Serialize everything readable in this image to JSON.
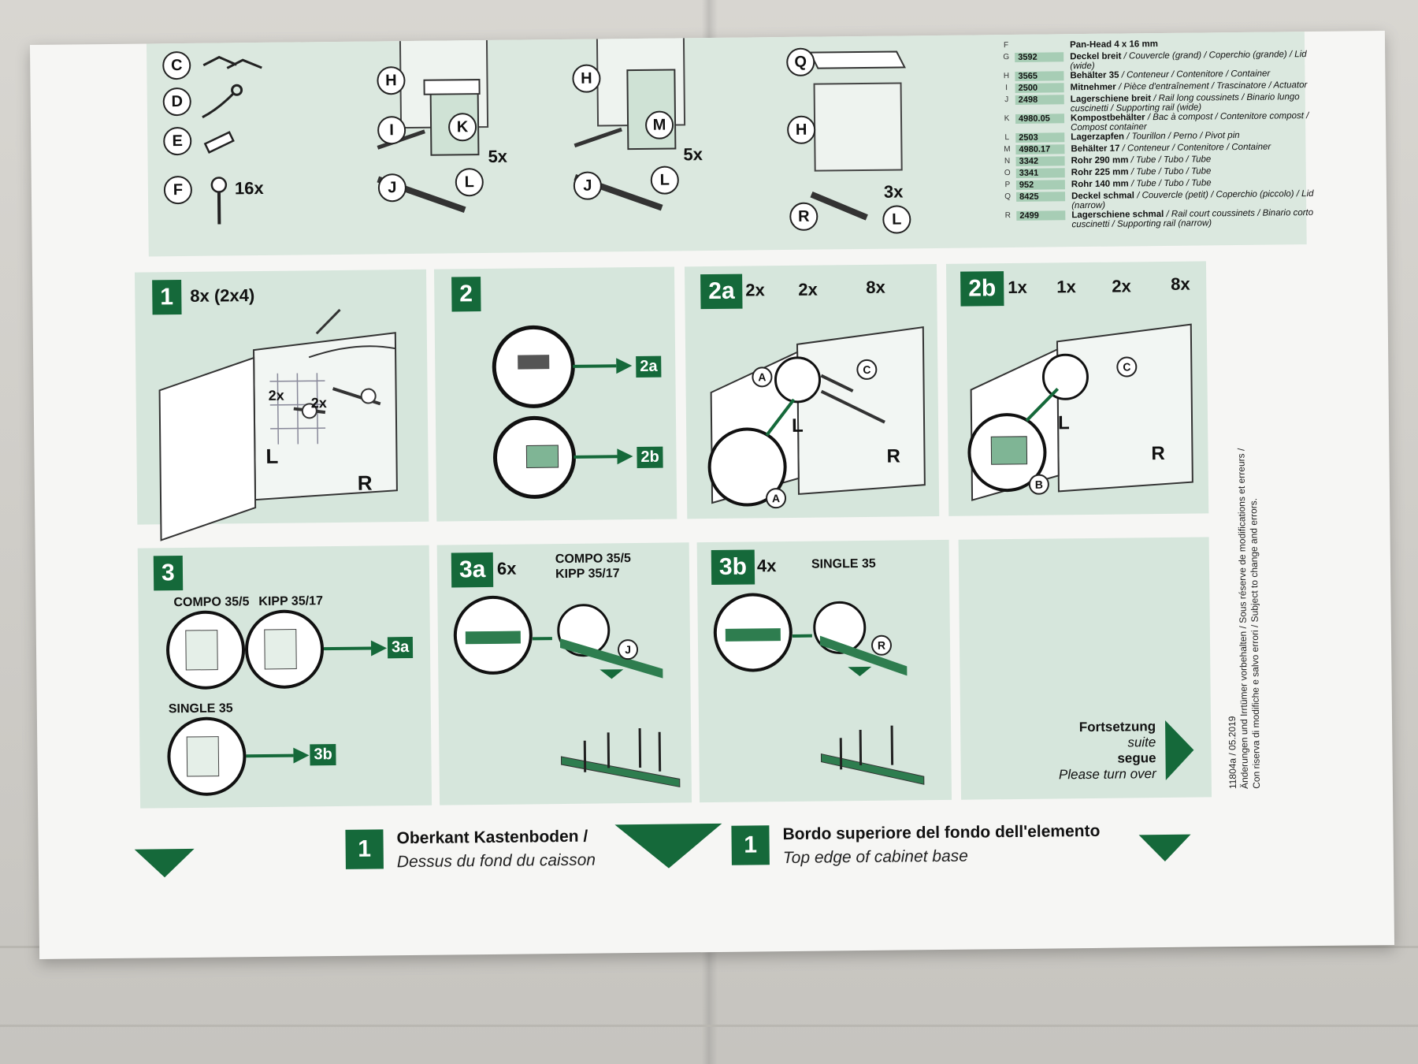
{
  "parts_top": {
    "letters": [
      "C",
      "D",
      "E",
      "F"
    ],
    "screw_qty": "16x",
    "assembly_letters_1": [
      "H",
      "I",
      "K",
      "J",
      "L"
    ],
    "assembly_letters_2": [
      "H",
      "M",
      "J",
      "L"
    ],
    "assembly_letters_3": [
      "Q",
      "H",
      "R",
      "L"
    ],
    "qty_1": "5x",
    "qty_2": "5x",
    "qty_3": "3x"
  },
  "parts_list": [
    {
      "letter": "F",
      "number": "",
      "bold": "Pan-Head 4 x 16 mm",
      "rest": ""
    },
    {
      "letter": "G",
      "number": "3592",
      "bold": "Deckel breit",
      "rest": " / Couvercle (grand) / Coperchio (grande) / Lid (wide)"
    },
    {
      "letter": "H",
      "number": "3565",
      "bold": "Behälter 35",
      "rest": " / Conteneur / Contenitore / Container"
    },
    {
      "letter": "I",
      "number": "2500",
      "bold": "Mitnehmer",
      "rest": " / Pièce d'entraînement / Trascinatore / Actuator"
    },
    {
      "letter": "J",
      "number": "2498",
      "bold": "Lagerschiene breit",
      "rest": " / Rail long coussinets / Binario lungo cuscinetti / Supporting rail (wide)"
    },
    {
      "letter": "K",
      "number": "4980.05",
      "bold": "Kompostbehälter",
      "rest": " / Bac à compost / Contenitore compost / Compost container"
    },
    {
      "letter": "L",
      "number": "2503",
      "bold": "Lagerzapfen",
      "rest": " / Tourillon / Perno / Pivot pin"
    },
    {
      "letter": "M",
      "number": "4980.17",
      "bold": "Behälter 17",
      "rest": " / Conteneur / Contenitore / Container"
    },
    {
      "letter": "N",
      "number": "3342",
      "bold": "Rohr 290 mm",
      "rest": " / Tube / Tubo / Tube"
    },
    {
      "letter": "O",
      "number": "3341",
      "bold": "Rohr 225 mm",
      "rest": " / Tube / Tubo / Tube"
    },
    {
      "letter": "P",
      "number": "952",
      "bold": "Rohr 140 mm",
      "rest": " / Tube / Tubo / Tube"
    },
    {
      "letter": "Q",
      "number": "8425",
      "bold": "Deckel schmal",
      "rest": " / Couvercle (petit) / Coperchio (piccolo) / Lid (narrow)"
    },
    {
      "letter": "R",
      "number": "2499",
      "bold": "Lagerschiene schmal",
      "rest": " / Rail court coussinets / Binario corto cuscinetti / Supporting rail (narrow)"
    }
  ],
  "steps": {
    "s1": {
      "num": "1",
      "label": "8x (2x4)",
      "callout_a": "2x",
      "callout_b": "2x",
      "mark_l": "L",
      "mark_r": "R"
    },
    "s2": {
      "num": "2",
      "to_a": "2a",
      "to_b": "2b"
    },
    "s2a": {
      "num": "2a",
      "q1": "2x",
      "q2": "2x",
      "q3": "8x",
      "l_a": "A",
      "l_a2": "A",
      "l_c": "C",
      "mark_l": "L",
      "mark_r": "R"
    },
    "s2b": {
      "num": "2b",
      "q1": "1x",
      "q2": "1x",
      "q3": "2x",
      "q4": "8x",
      "l_c": "C",
      "l_b": "B",
      "mark_l": "L",
      "mark_r": "R"
    },
    "s3": {
      "num": "3",
      "compo": "COMPO 35/5",
      "kipp": "KIPP 35/17",
      "single": "SINGLE 35",
      "to_a": "3a",
      "to_b": "3b"
    },
    "s3a": {
      "num": "3a",
      "qty": "6x",
      "models_1": "COMPO 35/5",
      "models_2": "KIPP 35/17",
      "letter": "J"
    },
    "s3b": {
      "num": "3b",
      "qty": "4x",
      "models": "SINGLE 35",
      "letter": "R"
    }
  },
  "continue": {
    "de": "Fortsetzung",
    "fr": "suite",
    "it": "segue",
    "en": "Please turn over"
  },
  "side_note": {
    "code": "11804a / 05.2019",
    "de": "Änderungen und Irrtümer vorbehalten / Sous réserve de modifications et erreurs /",
    "it_en": "Con riserva di modifiche e salvo errori / Subject to change and errors."
  },
  "bottom": {
    "num_left": "1",
    "title_left": "Oberkant Kastenboden /",
    "sub_left": "Dessus du fond du caisson",
    "num_right": "1",
    "title_right": "Bordo superiore del fondo dell'elemento",
    "sub_right": "Top edge of cabinet base"
  },
  "colors": {
    "brand_green": "#15693a",
    "panel_tint": "#d6e6dc",
    "list_tint": "#a7cdb5"
  }
}
